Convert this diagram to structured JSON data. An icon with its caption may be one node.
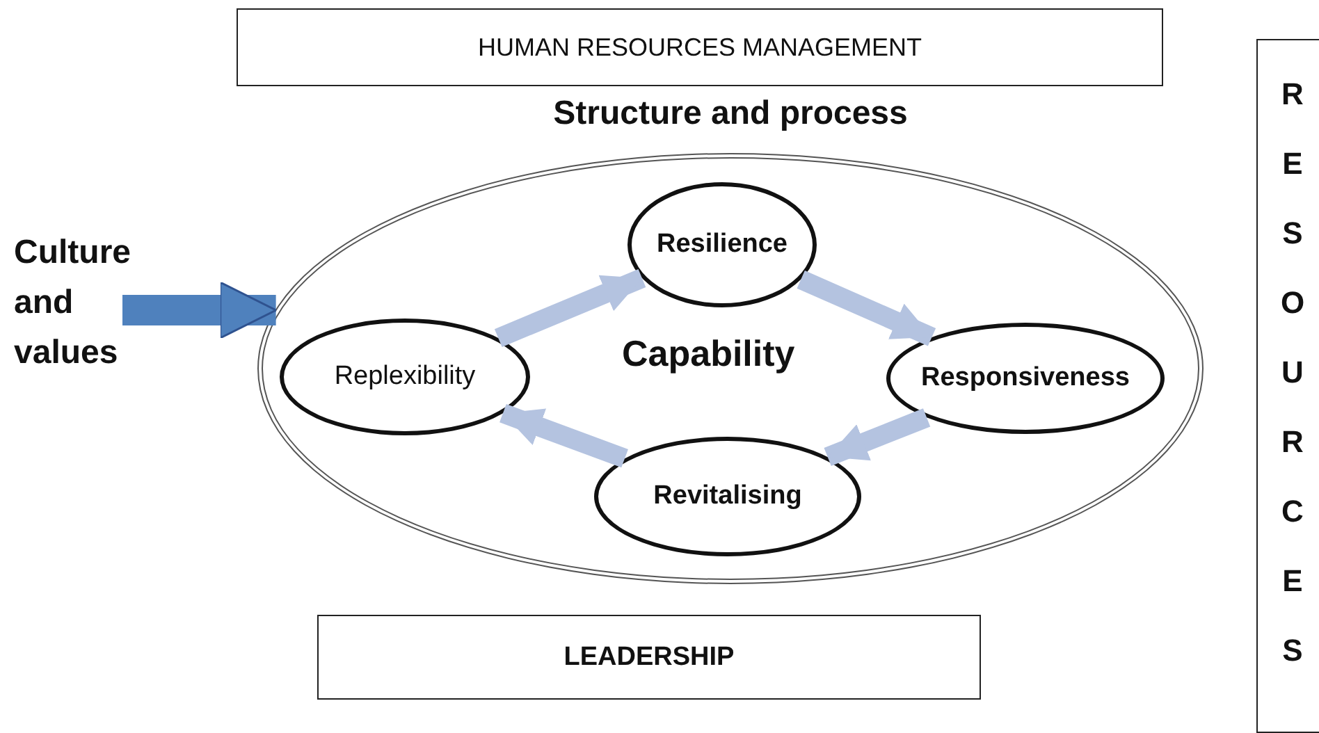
{
  "diagram": {
    "nodes": [
      {
        "text": [
          "HUMAN RESOURCES MANAGEMENT"
        ]
      },
      {
        "text": [
          "Structure and process",
          "Capability"
        ]
      },
      {
        "text": [
          "Resilience"
        ],
        "in": 1
      },
      {
        "text": [
          "Responsiveness"
        ],
        "in": 1
      },
      {
        "text": [
          "Revitalising"
        ],
        "in": 1
      },
      {
        "text": [
          "Replexibility"
        ],
        "in": 1
      },
      {
        "text": [
          "Culture and values"
        ]
      },
      {
        "text": [
          "LEADERSHIP"
        ]
      },
      {
        "text": [
          "RESOURCES"
        ]
      }
    ],
    "edges": [
      {
        "from": 6,
        "to": 1,
        "arrow": "to",
        "color": "#4f81bd"
      },
      {
        "from": 5,
        "to": 2,
        "arrow": "to"
      },
      {
        "from": 2,
        "to": 3,
        "arrow": "to"
      },
      {
        "from": 3,
        "to": 4,
        "arrow": "to"
      },
      {
        "from": 4,
        "to": 5,
        "arrow": "to"
      }
    ]
  }
}
